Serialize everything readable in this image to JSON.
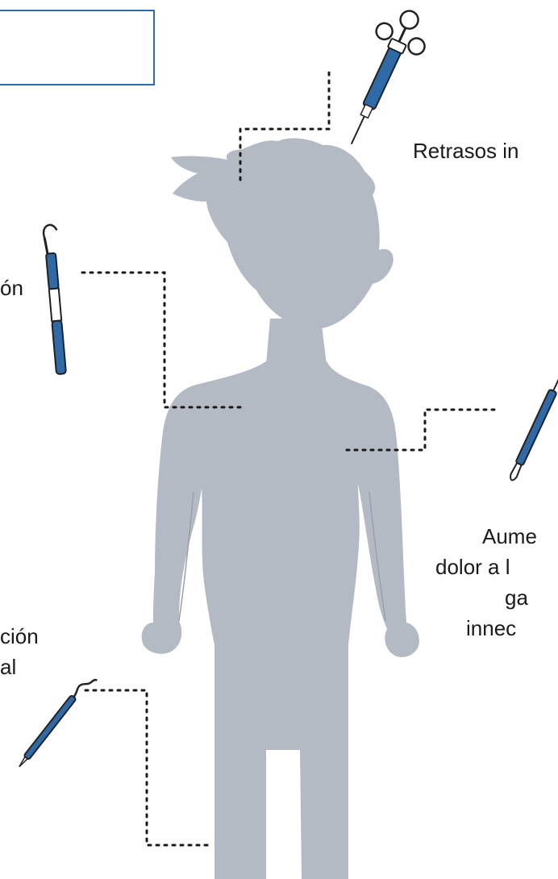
{
  "title_box": {
    "text": ""
  },
  "labels": {
    "top_right": "Retrasos in",
    "left_top": "ón",
    "right_middle": [
      "Aume",
      "dolor a l",
      "ga",
      "innec"
    ],
    "left_bottom": [
      "ción",
      "al"
    ]
  },
  "colors": {
    "figure": "#b4bac3",
    "instrument_blue": "#2e6aa8",
    "outline": "#222222",
    "box_border": "#2e6aa8"
  },
  "icons": {
    "syringe": "syringe-icon",
    "probe": "dental-probe-icon",
    "scalpel": "scalpel-icon",
    "explorer": "dental-explorer-icon",
    "person": "person-silhouette-icon"
  }
}
